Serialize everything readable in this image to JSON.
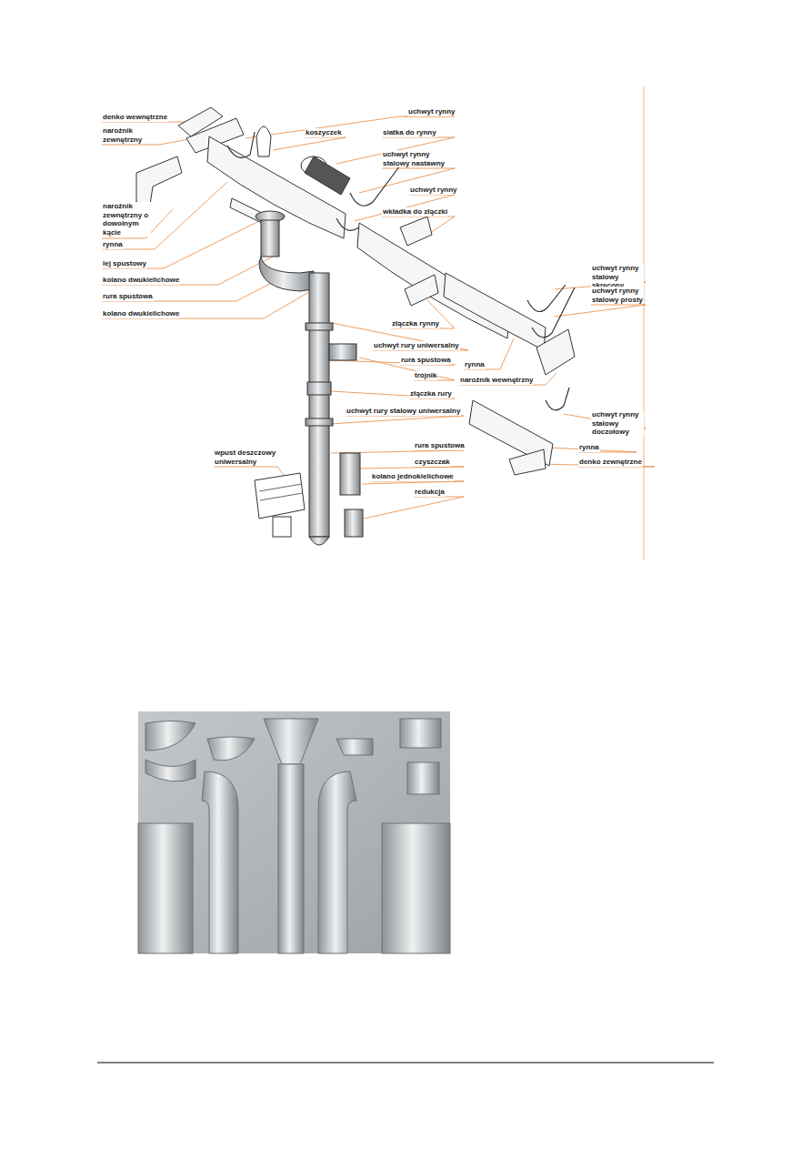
{
  "diagram": {
    "labels": [
      "denko wewnętrzne",
      "narożnik zewnętrzny",
      "narożnik zewnętrzny o dowolnym kącie",
      "rynna",
      "lej spustowy",
      "kolano dwukielichowe",
      "rura spustowa",
      "kolano dwukielichowe",
      "uchwyt rynny",
      "koszyczek",
      "siatka do rynny",
      "uchwyt rynny stalowy nastawny",
      "uchwyt rynny",
      "wkładka do złączki",
      "uchwyt rynny stalowy skręcony",
      "uchwyt rynny stalowy prosty",
      "złączka rynny",
      "uchwyt rury uniwersalny",
      "rura spustowa",
      "rynna",
      "trójnik",
      "narożnik wewnętrzny",
      "złączka rury",
      "uchwyt rury stalowy uniwersalny",
      "uchwyt rynny stalowy doczołowy",
      "rynna",
      "denko zewnętrzne",
      "rura spustowa",
      "czyszczak",
      "kolano jednokielichowe",
      "redukcja",
      "wpust deszczowy uniwersalny"
    ]
  }
}
